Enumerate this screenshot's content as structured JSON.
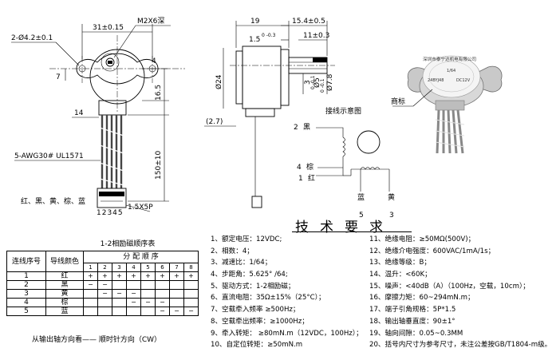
{
  "dims_front": {
    "holes": "2-Ø4.2±0.1",
    "hole_spacing": "31±0.15",
    "screw": "M2X6深",
    "dim7": "7",
    "dim16_5": "16.5",
    "dim14": "14",
    "wire_len": "150±10",
    "dim4": "4"
  },
  "labels_front": {
    "wire_spec": "5-AWG30# UL1571",
    "wire_colors": "红、黑、黄、棕、蓝",
    "connector": "1.5X5P",
    "pin_numbers": "12345"
  },
  "dims_side": {
    "dim19": "19",
    "dim15_4": "15.4±0.5",
    "dim1_5": "1.5",
    "dim1_5_tol": "0 -0.3",
    "dim11": "11±0.3",
    "dia24": "Ø24",
    "dim3": "3",
    "dim3_tol": "0 -0.1",
    "dia5": "Ø5",
    "dia5_tol": "0 -0.1",
    "dia7_8": "Ø7.8",
    "dim2_7": "(2.7)"
  },
  "wiring": {
    "title": "接线示意图",
    "pin2": "2",
    "black": "黑",
    "pin4": "4",
    "brown": "棕",
    "pin1": "1",
    "red": "红",
    "blue": "蓝",
    "yellow": "黄",
    "pin5": "5",
    "pin3": "3"
  },
  "photo": {
    "label": "商标",
    "ring_text": "深圳市泰宁达机电有限公司",
    "model": "24BYJ48",
    "voltage": "DC12V",
    "rating": "1/64"
  },
  "excitation": {
    "caption": "1-2相励磁顺序表",
    "col_seq": "连线序号",
    "col_color": "导线颜色",
    "col_order": "分 配 顺 序",
    "steps": [
      "1",
      "2",
      "3",
      "4",
      "5",
      "6",
      "7",
      "8"
    ],
    "rows": [
      {
        "seq": "1",
        "color": "红",
        "cells": [
          "+",
          "+",
          "+",
          "+",
          "+",
          "+",
          "+",
          "+"
        ]
      },
      {
        "seq": "2",
        "color": "黑",
        "cells": [
          "−",
          "−",
          "",
          "",
          "",
          "",
          "",
          ""
        ]
      },
      {
        "seq": "3",
        "color": "黄",
        "cells": [
          "",
          "−",
          "−",
          "−",
          "",
          "",
          "",
          ""
        ]
      },
      {
        "seq": "4",
        "color": "棕",
        "cells": [
          "",
          "",
          "",
          "−",
          "−",
          "−",
          "",
          ""
        ]
      },
      {
        "seq": "5",
        "color": "蓝",
        "cells": [
          "",
          "",
          "",
          "",
          "",
          "−",
          "−",
          "−"
        ]
      }
    ],
    "footer": "从输出轴方向看——    顺时针方向（CW）"
  },
  "specs": {
    "title": "技术要求",
    "left": [
      "1、额定电压：12VDC;",
      "2、相数：4；",
      "3、减速比：1/64；",
      "4、步距角：5.625° /64;",
      "5、驱动方式：1-2相励磁；",
      "6、直流电阻：35Ω±15%（25°C）；",
      "7、空载牵入频率  ≥500Hz；",
      "8、空载牵出频率：≥1000Hz；",
      "9、牵入转矩：   ≥80mN.m（12VDC，100Hz）；",
      "10、自定位转矩：≥50mN.m"
    ],
    "right": [
      "11、绝缘电阻：≥50MΩ(500V)；",
      "12、绝缘介电强度：600VAC/1mA/1s；",
      "13、绝缘等级：B；",
      "14、温升：<60K；",
      "15、噪声：<40dB（A）（100Hz，空载，10cm）；",
      "16、摩擦力矩：60~294mN.m；",
      "17、端子引角规格：5P*1.5",
      "18、输出轴垂直度：90±1°",
      "19、轴向间隙：0.05~0.3MM",
      "20、括号内尺寸为参考尺寸，未注公差按GB/T1804-m级。"
    ]
  }
}
